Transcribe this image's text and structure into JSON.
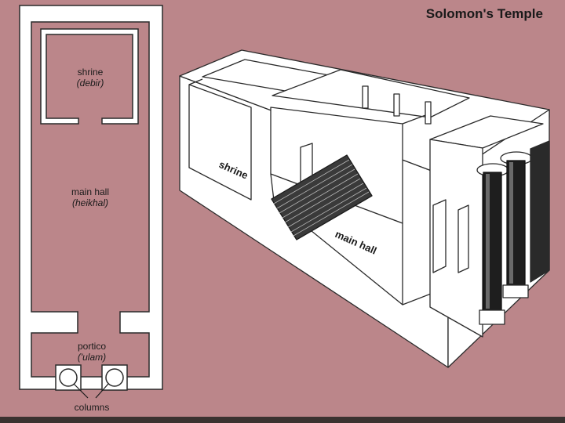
{
  "title": "Solomon's Temple",
  "plan": {
    "shrine_label": "shrine",
    "shrine_term": "(debir)",
    "main_hall_label": "main hall",
    "main_hall_term": "(heikhal)",
    "portico_label": "portico",
    "portico_term": "('ulam)",
    "columns_label": "columns"
  },
  "model": {
    "shrine_label": "shrine",
    "main_hall_label": "main hall"
  },
  "colors": {
    "background": "#bb868a",
    "wall": "#ffffff",
    "outline": "#2a2a2a",
    "column": "#1e1e1e"
  }
}
